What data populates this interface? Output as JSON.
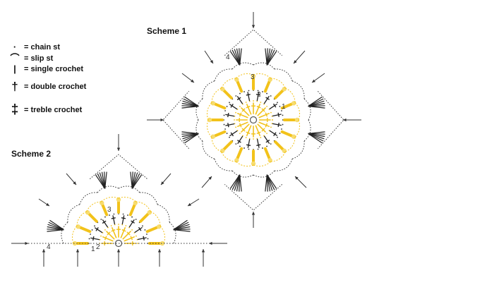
{
  "legend": [
    {
      "symbol": "·",
      "label": "= chain st"
    },
    {
      "symbol": "⌒",
      "label": "= slip st"
    },
    {
      "symbol": "|",
      "label": "= single crochet"
    },
    {
      "symbol": "†",
      "label": "= double crochet"
    },
    {
      "symbol": "‡",
      "label": "= treble crochet"
    }
  ],
  "scheme1": {
    "title": "Scheme 1",
    "row_labels": [
      "1",
      "2",
      "3",
      "4"
    ]
  },
  "scheme2": {
    "title": "Scheme 2",
    "row_labels": [
      "1",
      "2",
      "3",
      "4"
    ]
  },
  "colors": {
    "yellow": "#f2c21a",
    "yellow_light": "#f7dc6f",
    "dark": "#222222",
    "chain": "#333333"
  }
}
